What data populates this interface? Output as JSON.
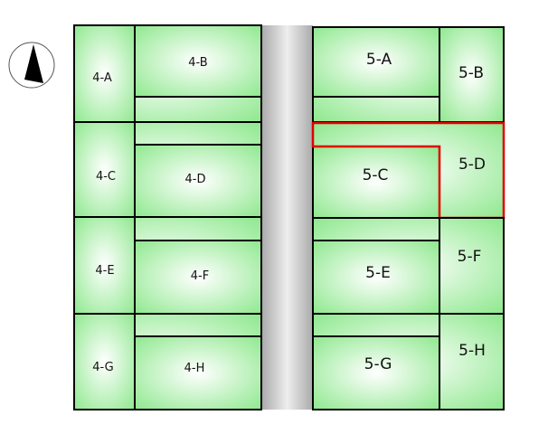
{
  "colors": {
    "lot_center": "#ffffff",
    "lot_edge": "#8fe88f",
    "road_center": "#eeeeee",
    "road_edge": "#a9a9a9",
    "outline": "#000000",
    "highlight": "#e00000",
    "compass_arrow": "#000000"
  },
  "compass": {
    "icon": "north-arrow-icon"
  },
  "block4": {
    "lots": [
      "4-A",
      "4-B",
      "4-C",
      "4-D",
      "4-E",
      "4-F",
      "4-G",
      "4-H"
    ]
  },
  "block5": {
    "lots": [
      "5-A",
      "5-B",
      "5-C",
      "5-D",
      "5-E",
      "5-F",
      "5-G",
      "5-H"
    ],
    "highlighted_lot": "5-D"
  }
}
